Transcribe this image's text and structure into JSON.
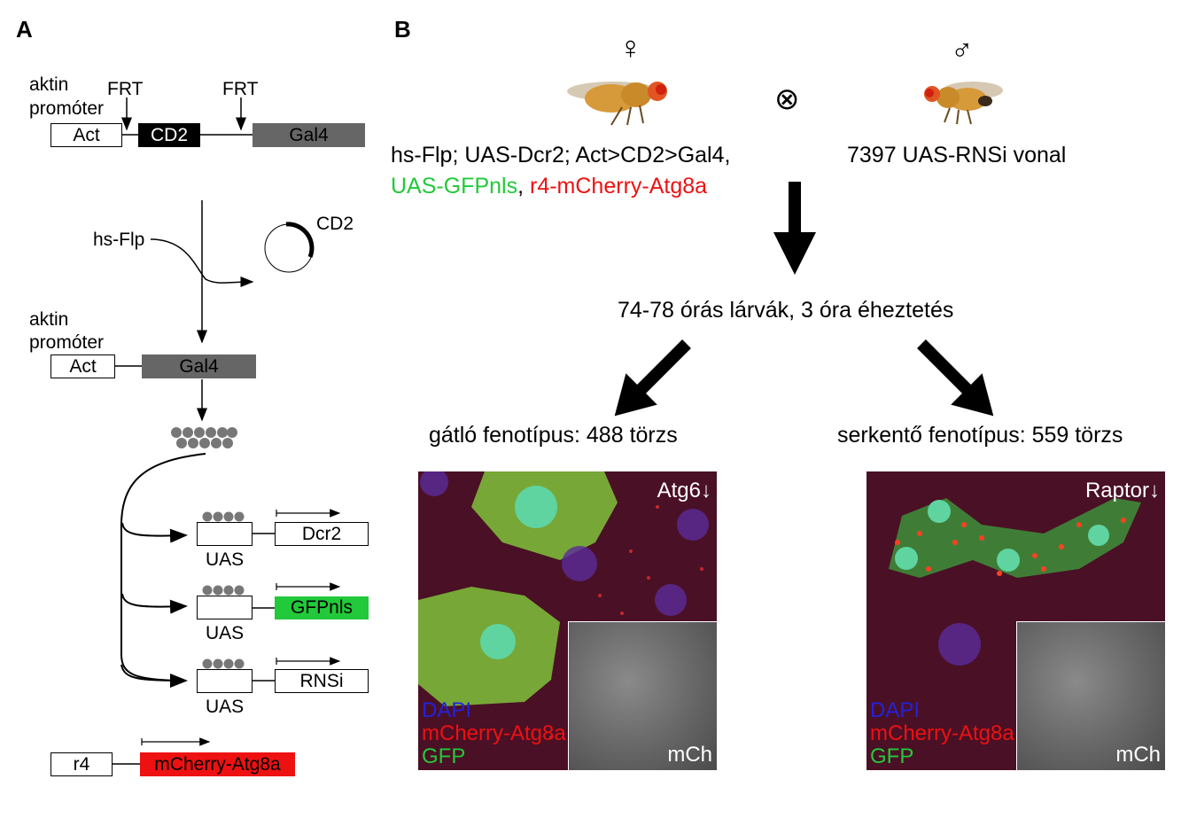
{
  "panel_a": {
    "letter": "A",
    "construct1": {
      "promoter_label_1": "aktin",
      "promoter_label_2": "promóter",
      "frt_left": "FRT",
      "frt_right": "FRT",
      "act": "Act",
      "cd2": "CD2",
      "gal4": "Gal4"
    },
    "flp_label": "hs-Flp",
    "excised_label": "CD2",
    "construct2": {
      "promoter_label_1": "aktin",
      "promoter_label_2": "promóter",
      "act": "Act",
      "gal4": "Gal4"
    },
    "targets": [
      {
        "uas": "UAS",
        "gene": "Dcr2"
      },
      {
        "uas": "UAS",
        "gene": "GFPnls"
      },
      {
        "uas": "UAS",
        "gene": "RNSi"
      }
    ],
    "reporter": {
      "promoter": "r4",
      "gene": "mCherry-Atg8a"
    }
  },
  "panel_b": {
    "letter": "B",
    "female_symbol": "♀",
    "male_symbol": "♂",
    "cross_symbol": "⊗",
    "female_genotype_line1": "hs-Flp; UAS-Dcr2; Act>CD2>Gal4,",
    "female_genotype_green": "UAS-GFPnls",
    "female_genotype_sep": ", ",
    "female_genotype_red": "r4-mCherry-Atg8a",
    "male_genotype": "7397 UAS-RNSi vonal",
    "condition": "74-78 órás lárvák, 3 óra éheztetés",
    "left_result": "gátló fenotípus: 488 törzs",
    "right_result": "serkentő fenotípus: 559 törzs",
    "left_image": {
      "corner": "Atg6↓",
      "legend": [
        "DAPI",
        "mCherry-Atg8a",
        "GFP"
      ],
      "inset_label": "mCh"
    },
    "right_image": {
      "corner": "Raptor↓",
      "legend": [
        "DAPI",
        "mCherry-Atg8a",
        "GFP"
      ],
      "inset_label": "mCh"
    }
  },
  "colors": {
    "gfp_green": "#22c93a",
    "mcherry_red": "#ee1111",
    "gal4_gray": "#666666",
    "dapi_blue": "#2222dd"
  }
}
